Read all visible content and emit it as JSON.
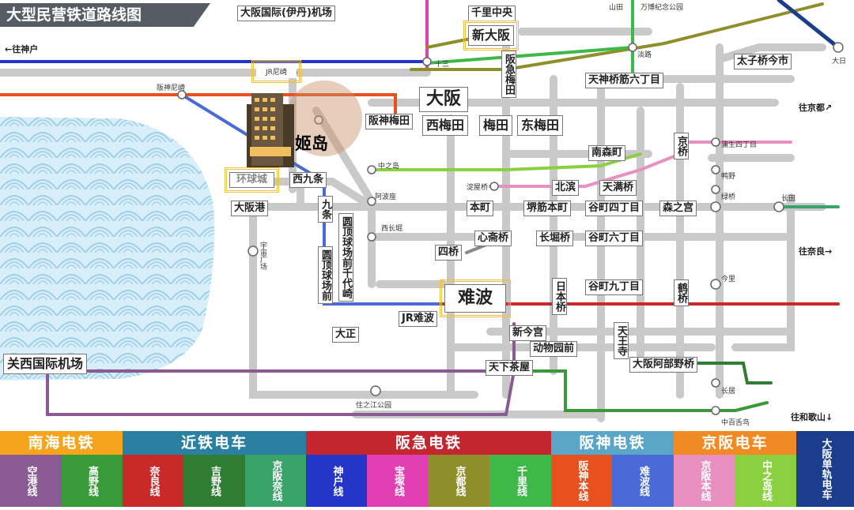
{
  "title": "大型民营铁道路线图",
  "hotel_label": "姬岛",
  "directions": {
    "kobe": "←往神户",
    "kyoto": "往京都↗",
    "nara": "往奈良→",
    "wakayama": "往和歌山↓"
  },
  "stations": {
    "itami": "大阪国际(伊丹)机场",
    "senri_chuo": "千里中央",
    "yamada": "山田",
    "banpaku": "万博纪念公园",
    "shin_osaka": "新大阪",
    "juso": "十三",
    "awaji": "淡路",
    "hankyu_umeda": "阪急梅田",
    "dainichi": "大日",
    "taishibashi": "太子桥今市",
    "jr_amagasaki": "JR尼崎",
    "hanshin_amagasaki": "阪神尼崎",
    "tenjinbashi": "天神桥筋六丁目",
    "osaka": "大阪",
    "hanshin_umeda": "阪神梅田",
    "nishi_umeda": "西梅田",
    "umeda": "梅田",
    "higashi_umeda": "东梅田",
    "minami_morimachi": "南森町",
    "kyobashi": "京桥",
    "gamo": "蒲生四丁目",
    "shigino": "鸭野",
    "midoribashi": "绿桥",
    "nagata": "长田",
    "nakanoshima": "中之岛",
    "universal": "环球城",
    "nishikujo": "西九条",
    "higobashi": "淀屋桥",
    "kitahama": "北滨",
    "temmabashi": "天满桥",
    "osakako": "大阪港",
    "awaza": "阿波座",
    "kujo": "九条",
    "dome_chiyozaki": "圆顶球场前千代崎",
    "hommachi": "本町",
    "sakaisuji_hommachi": "堺筋本町",
    "tanimachi4": "谷町四丁目",
    "morinomiya": "森之宫",
    "nishinagahori": "西长堀",
    "shinsaibashi": "心斋桥",
    "nagahoribashi": "长堀桥",
    "tanimachi6": "谷町六丁目",
    "cosmosquare": "宇宙广场",
    "dome_mae": "圆顶球场前",
    "yotsubashi": "四桥",
    "namba": "难波",
    "nipponbashi": "日本桥",
    "tanimachi9": "谷町九丁目",
    "tsuruhashi": "鹤桥",
    "imazato": "今里",
    "jr_namba": "JR难波",
    "taisho": "大正",
    "shin_imamiya": "新今宫",
    "tennoji": "天王寺",
    "dobutsuen": "动物园前",
    "kix": "关西国际机场",
    "tengachaya": "天下茶屋",
    "abeno": "大阪阿部野桥",
    "nagai": "长居",
    "suminoe": "住之江公园",
    "nakamozu": "中百舌鸟"
  },
  "legend": {
    "groups": [
      {
        "name": "南海电铁",
        "color": "#f5a41c"
      },
      {
        "name": "近铁电车",
        "color": "#2b7fa0"
      },
      {
        "name": "阪急电铁",
        "color": "#c3262f"
      },
      {
        "name": "阪神电铁",
        "color": "#5aa5c8"
      },
      {
        "name": "京阪电车",
        "color": "#f08a24"
      },
      {
        "name": "大阪单轨电车",
        "color": "#1b3d8c"
      }
    ],
    "lines": [
      {
        "name": "空港线",
        "color": "#8a5a95"
      },
      {
        "name": "高野线",
        "color": "#3a9a3a"
      },
      {
        "name": "奈良线",
        "color": "#c82a2a"
      },
      {
        "name": "吉野线",
        "color": "#2e7d32"
      },
      {
        "name": "京阪奈线",
        "color": "#3aa36a"
      },
      {
        "name": "神户线",
        "color": "#2436c8"
      },
      {
        "name": "宝塚线",
        "color": "#e23fb4"
      },
      {
        "name": "京都线",
        "color": "#8e8e2a"
      },
      {
        "name": "千里线",
        "color": "#3fb84a"
      },
      {
        "name": "阪神本线",
        "color": "#e8501e"
      },
      {
        "name": "难波线",
        "color": "#4a6ad8"
      },
      {
        "name": "京阪本线",
        "color": "#e890c0"
      },
      {
        "name": "中之岛线",
        "color": "#8ad040"
      },
      {
        "name": "大阪单轨电车",
        "color": "#1b3d8c"
      }
    ]
  }
}
